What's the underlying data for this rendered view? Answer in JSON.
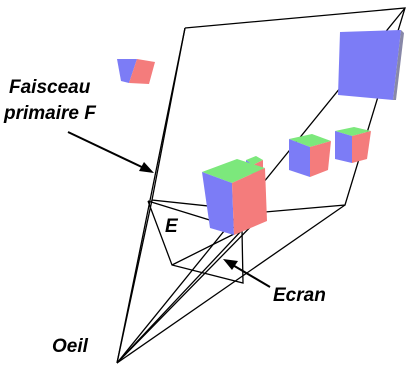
{
  "labels": {
    "beam_line1": "Faisceau",
    "beam_line2": "primaire F",
    "e": "E",
    "screen": "Ecran",
    "eye": "Oeil"
  },
  "colors": {
    "stroke": "#000000",
    "blue": "#7c7cf6",
    "pink": "#f47c7c",
    "green": "#7ce87c",
    "gray": "#8888a8"
  }
}
